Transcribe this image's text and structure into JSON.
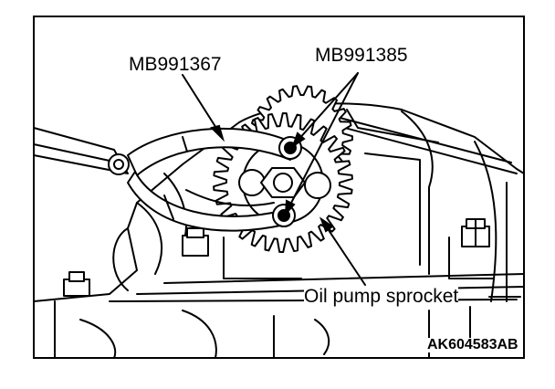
{
  "labels": {
    "tool_a": "MB991367",
    "tool_b": "MB991385",
    "sprocket": "Oil pump sprocket",
    "figure_code": "AK604583AB"
  },
  "icons": {
    "wrench": "spanner-wrench-icon",
    "sprocket": "gear-icon",
    "bolt": "hex-bolt-icon"
  },
  "colors": {
    "line": "#000000",
    "background": "#ffffff"
  }
}
